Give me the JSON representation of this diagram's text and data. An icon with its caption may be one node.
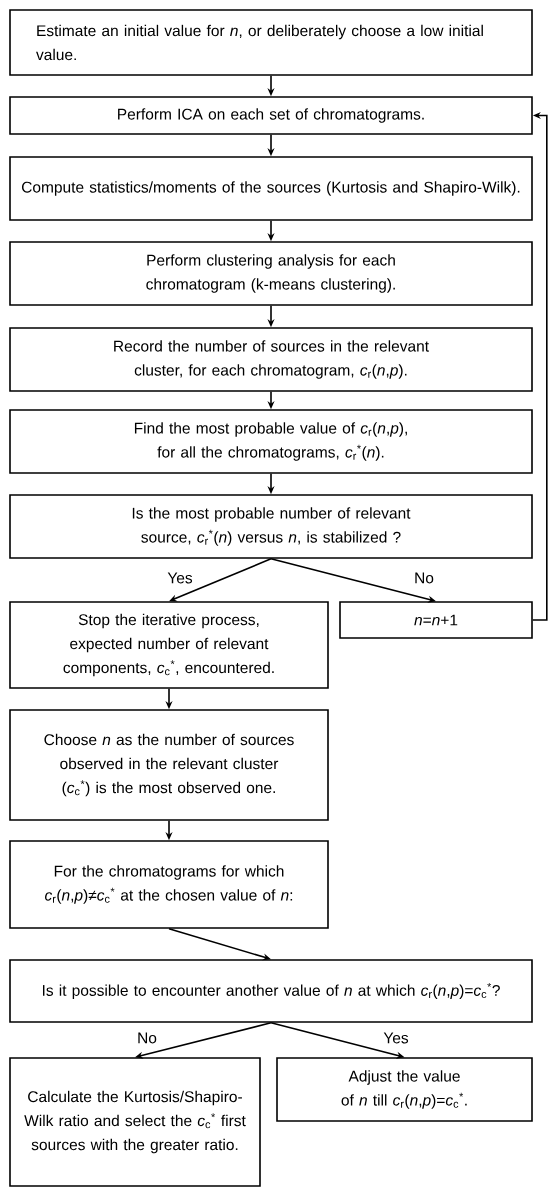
{
  "diagram": {
    "nodes": [
      {
        "text": [
          "Estimate an initial value for *n*, or deliberately choose a low initial value."
        ]
      },
      {
        "text": [
          "Perform ICA on each set of chromatograms."
        ]
      },
      {
        "text": [
          "Compute statistics/moments of the sources (Kurtosis and Shapiro-Wilk)."
        ]
      },
      {
        "text": [
          "Perform clustering analysis for each chromatogram (k-means clustering)."
        ]
      },
      {
        "text": [
          "Record the number of sources in the relevant cluster, for each chromatogram, *c*$_{r}$(*n*,*p*)."
        ]
      },
      {
        "text": [
          "Find the most probable value of *c*$_{r}$(*n*,*p*), for all the chromatograms, *c*$_{r}$$^{*}$(*n*)."
        ]
      },
      {
        "text": [
          "Is the most probable number of relevant source, *c*$_{r}$$^{*}$(*n*) versus *n*, is stabilized ?"
        ]
      },
      {
        "text": [
          "Stop the iterative process, expected number of relevant components, *c*$_{c}$$^{*}$, encountered."
        ]
      },
      {
        "text": [
          "*n*=*n*+1"
        ]
      },
      {
        "text": [
          "Choose *n* as the number of sources observed in the relevant cluster (*c*$_{c}$$^{*}$) is the most observed one."
        ]
      },
      {
        "text": [
          "For the chromatograms for which *c*$_{r}$(*n*,*p*)≠*c*$_{c}$$^{*}$ at the chosen value of *n*:"
        ]
      },
      {
        "text": [
          "Is it possible to encounter another value of *n* at which *c*$_{r}$(*n*,*p*)=*c*$_{c}$$^{*}$?"
        ]
      },
      {
        "text": [
          "Calculate the Kurtosis/Shapiro-Wilk ratio and select the *c*$_{c}$$^{*}$ first sources with the greater ratio."
        ]
      },
      {
        "text": [
          "Adjust the value of *n* till *c*$_{r}$(*n*,*p*)=*c*$_{c}$$^{*}$."
        ]
      }
    ],
    "edges": [
      {
        "from": 0,
        "to": 1,
        "arrow": "to"
      },
      {
        "from": 1,
        "to": 2,
        "arrow": "to"
      },
      {
        "from": 2,
        "to": 3,
        "arrow": "to"
      },
      {
        "from": 3,
        "to": 4,
        "arrow": "to"
      },
      {
        "from": 4,
        "to": 5,
        "arrow": "to"
      },
      {
        "from": 5,
        "to": 6,
        "arrow": "to"
      },
      {
        "from": 6,
        "to": 7,
        "label": "Yes",
        "arrow": "to"
      },
      {
        "from": 6,
        "to": 8,
        "label": "No",
        "arrow": "to"
      },
      {
        "from": 8,
        "to": 1,
        "arrow": "to"
      },
      {
        "from": 7,
        "to": 9,
        "arrow": "to"
      },
      {
        "from": 9,
        "to": 10,
        "arrow": "to"
      },
      {
        "from": 10,
        "to": 11,
        "arrow": "to"
      },
      {
        "from": 11,
        "to": 12,
        "label": "No",
        "arrow": "to"
      },
      {
        "from": 11,
        "to": 13,
        "label": "Yes",
        "arrow": "to"
      }
    ]
  }
}
